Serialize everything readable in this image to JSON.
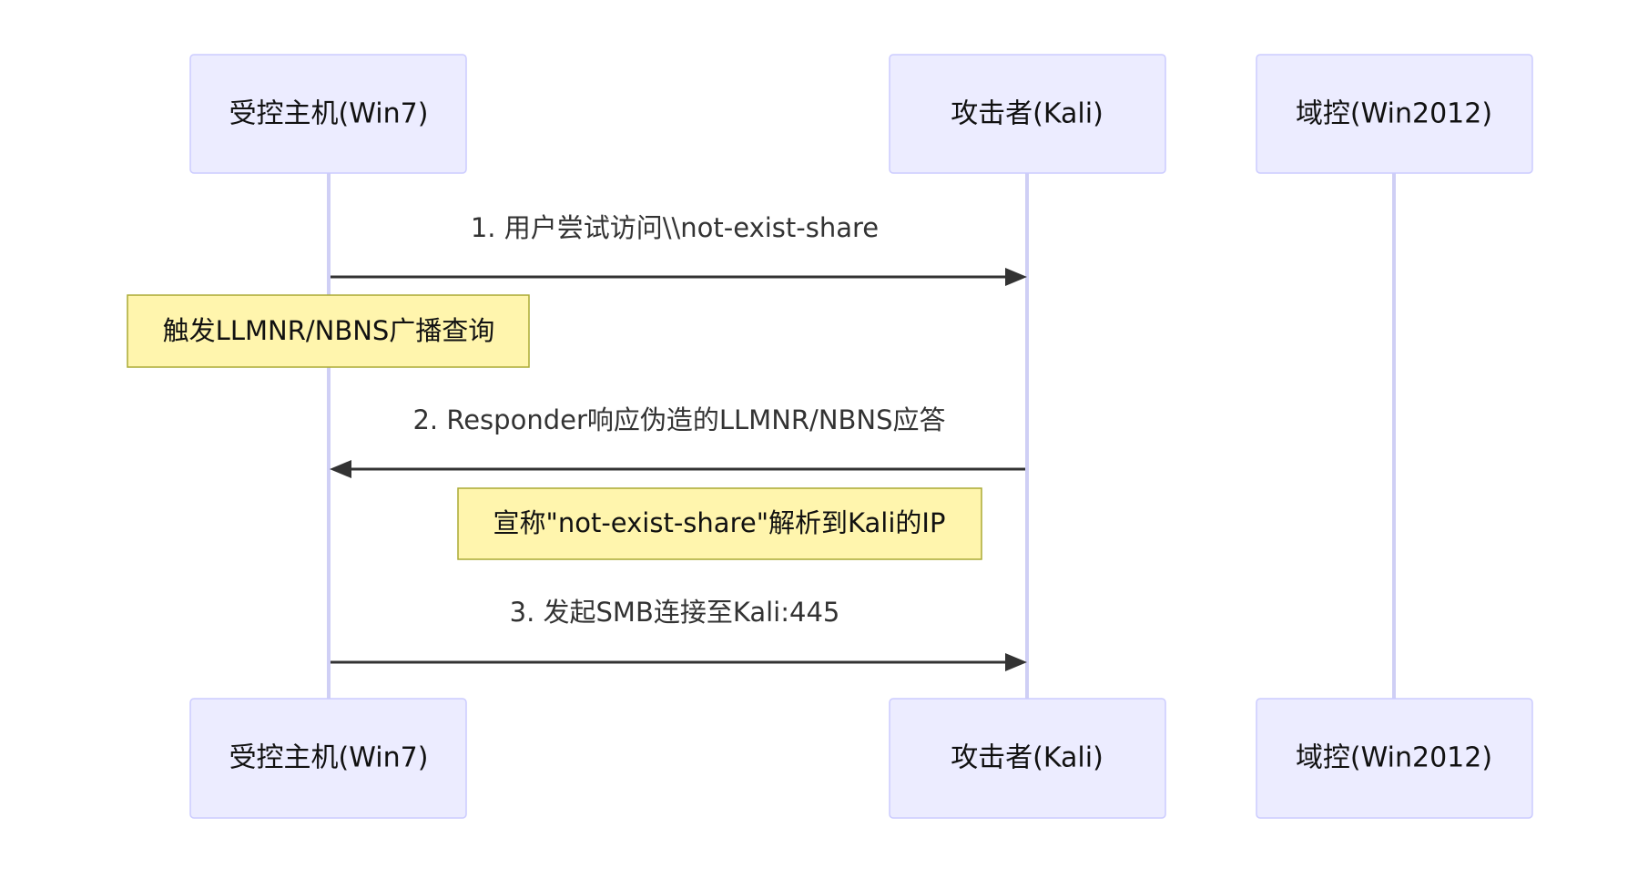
{
  "actors": {
    "victim": "受控主机(Win7)",
    "attacker": "攻击者(Kali)",
    "dc": "域控(Win2012)"
  },
  "messages": [
    {
      "label": "1. 用户尝试访问\\\\not-exist-share",
      "from": "victim",
      "to": "attacker"
    },
    {
      "label": "2. Responder响应伪造的LLMNR/NBNS应答",
      "from": "attacker",
      "to": "victim"
    },
    {
      "label": "3. 发起SMB连接至Kali:445",
      "from": "victim",
      "to": "attacker"
    }
  ],
  "notes": [
    {
      "text": "触发LLMNR/NBNS广播查询",
      "over": "victim"
    },
    {
      "text": "宣称\"not-exist-share\"解析到Kali的IP",
      "over": "victim-attacker"
    }
  ],
  "colors": {
    "actor_fill": "#ECECFF",
    "actor_stroke": "#CCCCFF",
    "lifeline": "#CFCFF5",
    "arrow": "#333333",
    "note_fill": "#FFF5AD",
    "note_stroke": "#AAAA33"
  }
}
